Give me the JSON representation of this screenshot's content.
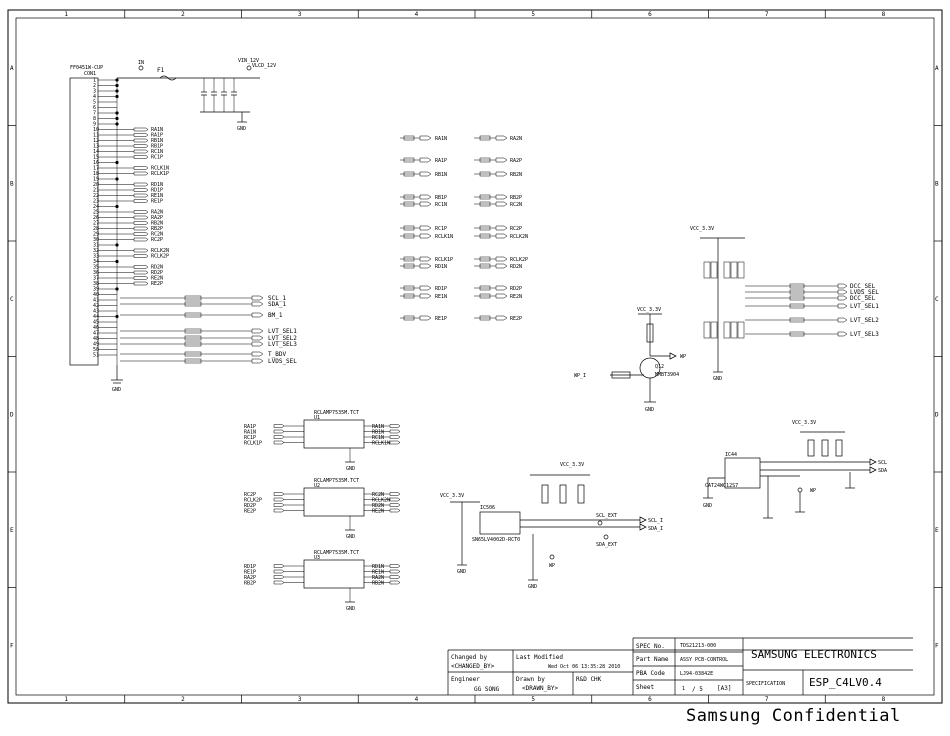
{
  "border": {
    "columns": [
      "1",
      "2",
      "3",
      "4",
      "5",
      "6",
      "7",
      "8"
    ],
    "rows": [
      "A",
      "B",
      "C",
      "D",
      "E",
      "F"
    ]
  },
  "connector": {
    "ref": "CON1",
    "part": "FF0451W-CUP",
    "pins": [
      "1",
      "2",
      "3",
      "4",
      "5",
      "6",
      "7",
      "8",
      "9",
      "10",
      "11",
      "12",
      "13",
      "14",
      "15",
      "16",
      "17",
      "18",
      "19",
      "20",
      "21",
      "22",
      "23",
      "24",
      "25",
      "26",
      "27",
      "28",
      "29",
      "30",
      "31",
      "32",
      "33",
      "34",
      "35",
      "36",
      "37",
      "38",
      "39",
      "40",
      "41",
      "42",
      "43",
      "44",
      "45",
      "46",
      "47",
      "48",
      "49",
      "50",
      "51"
    ],
    "nets": [
      {
        "pin": "10",
        "net": "RA1N"
      },
      {
        "pin": "11",
        "net": "RA1P"
      },
      {
        "pin": "12",
        "net": "RB1N"
      },
      {
        "pin": "13",
        "net": "RB1P"
      },
      {
        "pin": "14",
        "net": "RC1N"
      },
      {
        "pin": "15",
        "net": "RC1P"
      },
      {
        "pin": "17",
        "net": "RCLK1N"
      },
      {
        "pin": "18",
        "net": "RCLK1P"
      },
      {
        "pin": "20",
        "net": "RD1N"
      },
      {
        "pin": "21",
        "net": "RD1P"
      },
      {
        "pin": "22",
        "net": "RE1N"
      },
      {
        "pin": "23",
        "net": "RE1P"
      },
      {
        "pin": "25",
        "net": "RA2N"
      },
      {
        "pin": "26",
        "net": "RA2P"
      },
      {
        "pin": "27",
        "net": "RB2N"
      },
      {
        "pin": "28",
        "net": "RB2P"
      },
      {
        "pin": "29",
        "net": "RC2N"
      },
      {
        "pin": "30",
        "net": "RC2P"
      },
      {
        "pin": "32",
        "net": "RCLK2N"
      },
      {
        "pin": "33",
        "net": "RCLK2P"
      },
      {
        "pin": "35",
        "net": "RD2N"
      },
      {
        "pin": "36",
        "net": "RD2P"
      },
      {
        "pin": "37",
        "net": "RE2N"
      },
      {
        "pin": "38",
        "net": "RE2P"
      }
    ],
    "gnd": "GND"
  },
  "power": {
    "fuse": "F1",
    "in_label": "IN",
    "vin": "VIN_12V",
    "vlcd": "VLCD_12V",
    "gnd": "GND"
  },
  "side_signals": [
    {
      "net": "SCL_1",
      "label": "SCL_1"
    },
    {
      "net": "SDA_1",
      "label": "SDA_1"
    },
    {
      "net": "BM_1",
      "label": "BM_1"
    },
    {
      "net": "LVT_SEL1",
      "label": "LVT_SEL1"
    },
    {
      "net": "LVT_SEL2",
      "label": "LVT_SEL2"
    },
    {
      "net": "LVT_SEL3",
      "label": "LVT_SEL3"
    },
    {
      "net": "T_BDV",
      "label": "T_BDV"
    },
    {
      "net": "LVDS_SEL",
      "label": "LVDS_SEL"
    }
  ],
  "resistor_arrays": {
    "left_labels": [
      "RA1N",
      "RA1P",
      "RB1N",
      "RB1P",
      "RC1N",
      "RC1P",
      "RCLK1N",
      "RCLK1P",
      "RD1N",
      "RD1P",
      "RE1N",
      "RE1P"
    ],
    "right_labels": [
      "RA2N",
      "RA2P",
      "RB2N",
      "RB2P",
      "RC2N",
      "RC2P",
      "RCLK2N",
      "RCLK2P",
      "RD2N",
      "RD2P",
      "RE2N",
      "RE2P"
    ]
  },
  "esd": [
    {
      "ref": "U1",
      "part": "RCLAMP7535M.TCT",
      "inputs": [
        "RA1P",
        "RA1N",
        "RC1P",
        "RCLK1P"
      ],
      "outputs": [
        "RA1N",
        "RB1N",
        "RC1N",
        "RCLK1N"
      ]
    },
    {
      "ref": "U2",
      "part": "RCLAMP7535M.TCT",
      "inputs": [
        "RC2P",
        "RCLK2P",
        "RD2P",
        "RE2P"
      ],
      "outputs": [
        "RC2N",
        "RCLK2N",
        "RD2N",
        "RE2N"
      ]
    },
    {
      "ref": "U3",
      "part": "RCLAMP7535M.TCT",
      "inputs": [
        "RD1P",
        "RE1P",
        "RA2P",
        "RB2P"
      ],
      "outputs": [
        "RD1N",
        "RE1N",
        "RA2N",
        "RB2N"
      ]
    }
  ],
  "transistor": {
    "ref": "Q12",
    "part": "MMBT3904",
    "vcc": "VCC_3.3V",
    "in_net": "WP_I",
    "out_net": "WP",
    "gnd": "GND"
  },
  "select_block": {
    "vcc": "VCC_3.3V",
    "nets": [
      "DCC_SEL",
      "LVDS_SEL",
      "DCC_SEL",
      "LVT_SEL1",
      "LVT_SEL2",
      "LVT_SEL3"
    ],
    "gnd": "GND"
  },
  "eeprom": {
    "ref": "IC44",
    "part": "CAT24WC12S7",
    "vcc": "VCC_3.3V",
    "nets": [
      "SCL",
      "SDA",
      "WP"
    ],
    "gnd": "GND"
  },
  "ic_conn": {
    "ref": "IC506",
    "part": "SN65LV4002D-RCT0",
    "vcc": "VCC_3.3V",
    "nets": [
      "SCL_EXT",
      "SCL_I",
      "SDA_I",
      "SDA_EXT"
    ],
    "gnd": "GND",
    "wp": "WP"
  },
  "titleblock": {
    "changed_by_label": "Changed by",
    "changed_by_value": "<CHANGED_BY>",
    "last_modified_label": "Last Modified",
    "last_modified_value": "Wed Oct 06 13:35:28 2010",
    "engineer_label": "Engineer",
    "engineer_value": "GG SONG",
    "drawn_by_label": "Drawn by",
    "drawn_by_value": "<DRAWN_BY>",
    "rnd_chk_label": "R&D CHK",
    "spec_no_label": "SPEC No.",
    "spec_no_value": "TDS21213-000",
    "part_name_label": "Part Name",
    "part_name_value": "ASSY PCB-CONTROL",
    "pba_code_label": "PBA Code",
    "pba_code_value": "LJ94-03842E",
    "sheet_label": "Sheet",
    "sheet_num": "1",
    "sheet_total": "/ 5",
    "sheet_size": "[A3]",
    "company": "SAMSUNG ELECTRONICS",
    "specification_label": "SPECIFICATION",
    "specification_value": "ESP_C4LV0.4"
  },
  "footer": {
    "confidential": "Samsung Confidential"
  }
}
